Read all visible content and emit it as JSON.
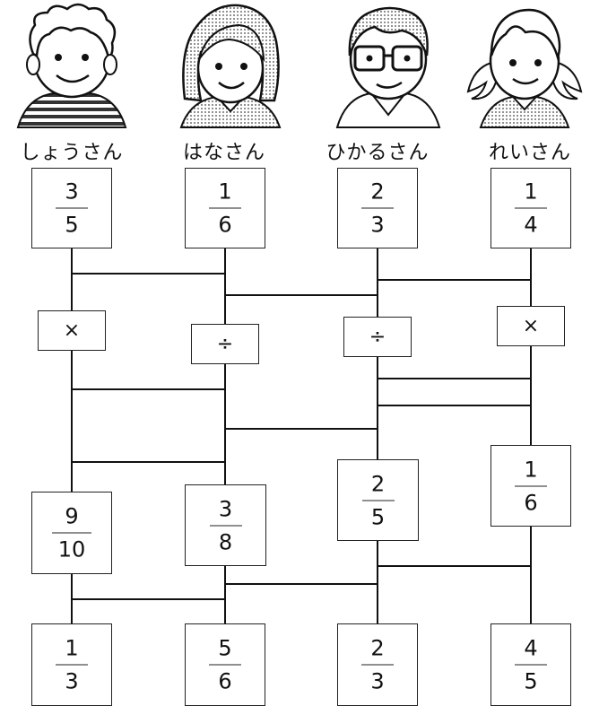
{
  "characters": [
    {
      "name": "しょうさん",
      "start": {
        "num": "3",
        "den": "5"
      },
      "operator": "×",
      "middle": {
        "num": "9",
        "den": "10"
      },
      "end": {
        "num": "1",
        "den": "3"
      }
    },
    {
      "name": "はなさん",
      "start": {
        "num": "1",
        "den": "6"
      },
      "operator": "÷",
      "middle": {
        "num": "3",
        "den": "8"
      },
      "end": {
        "num": "5",
        "den": "6"
      }
    },
    {
      "name": "ひかるさん",
      "start": {
        "num": "2",
        "den": "3"
      },
      "operator": "÷",
      "middle": {
        "num": "2",
        "den": "5"
      },
      "end": {
        "num": "2",
        "den": "3"
      }
    },
    {
      "name": "れいさん",
      "start": {
        "num": "1",
        "den": "4"
      },
      "operator": "×",
      "middle": {
        "num": "1",
        "den": "6"
      },
      "end": {
        "num": "4",
        "den": "5"
      }
    }
  ]
}
